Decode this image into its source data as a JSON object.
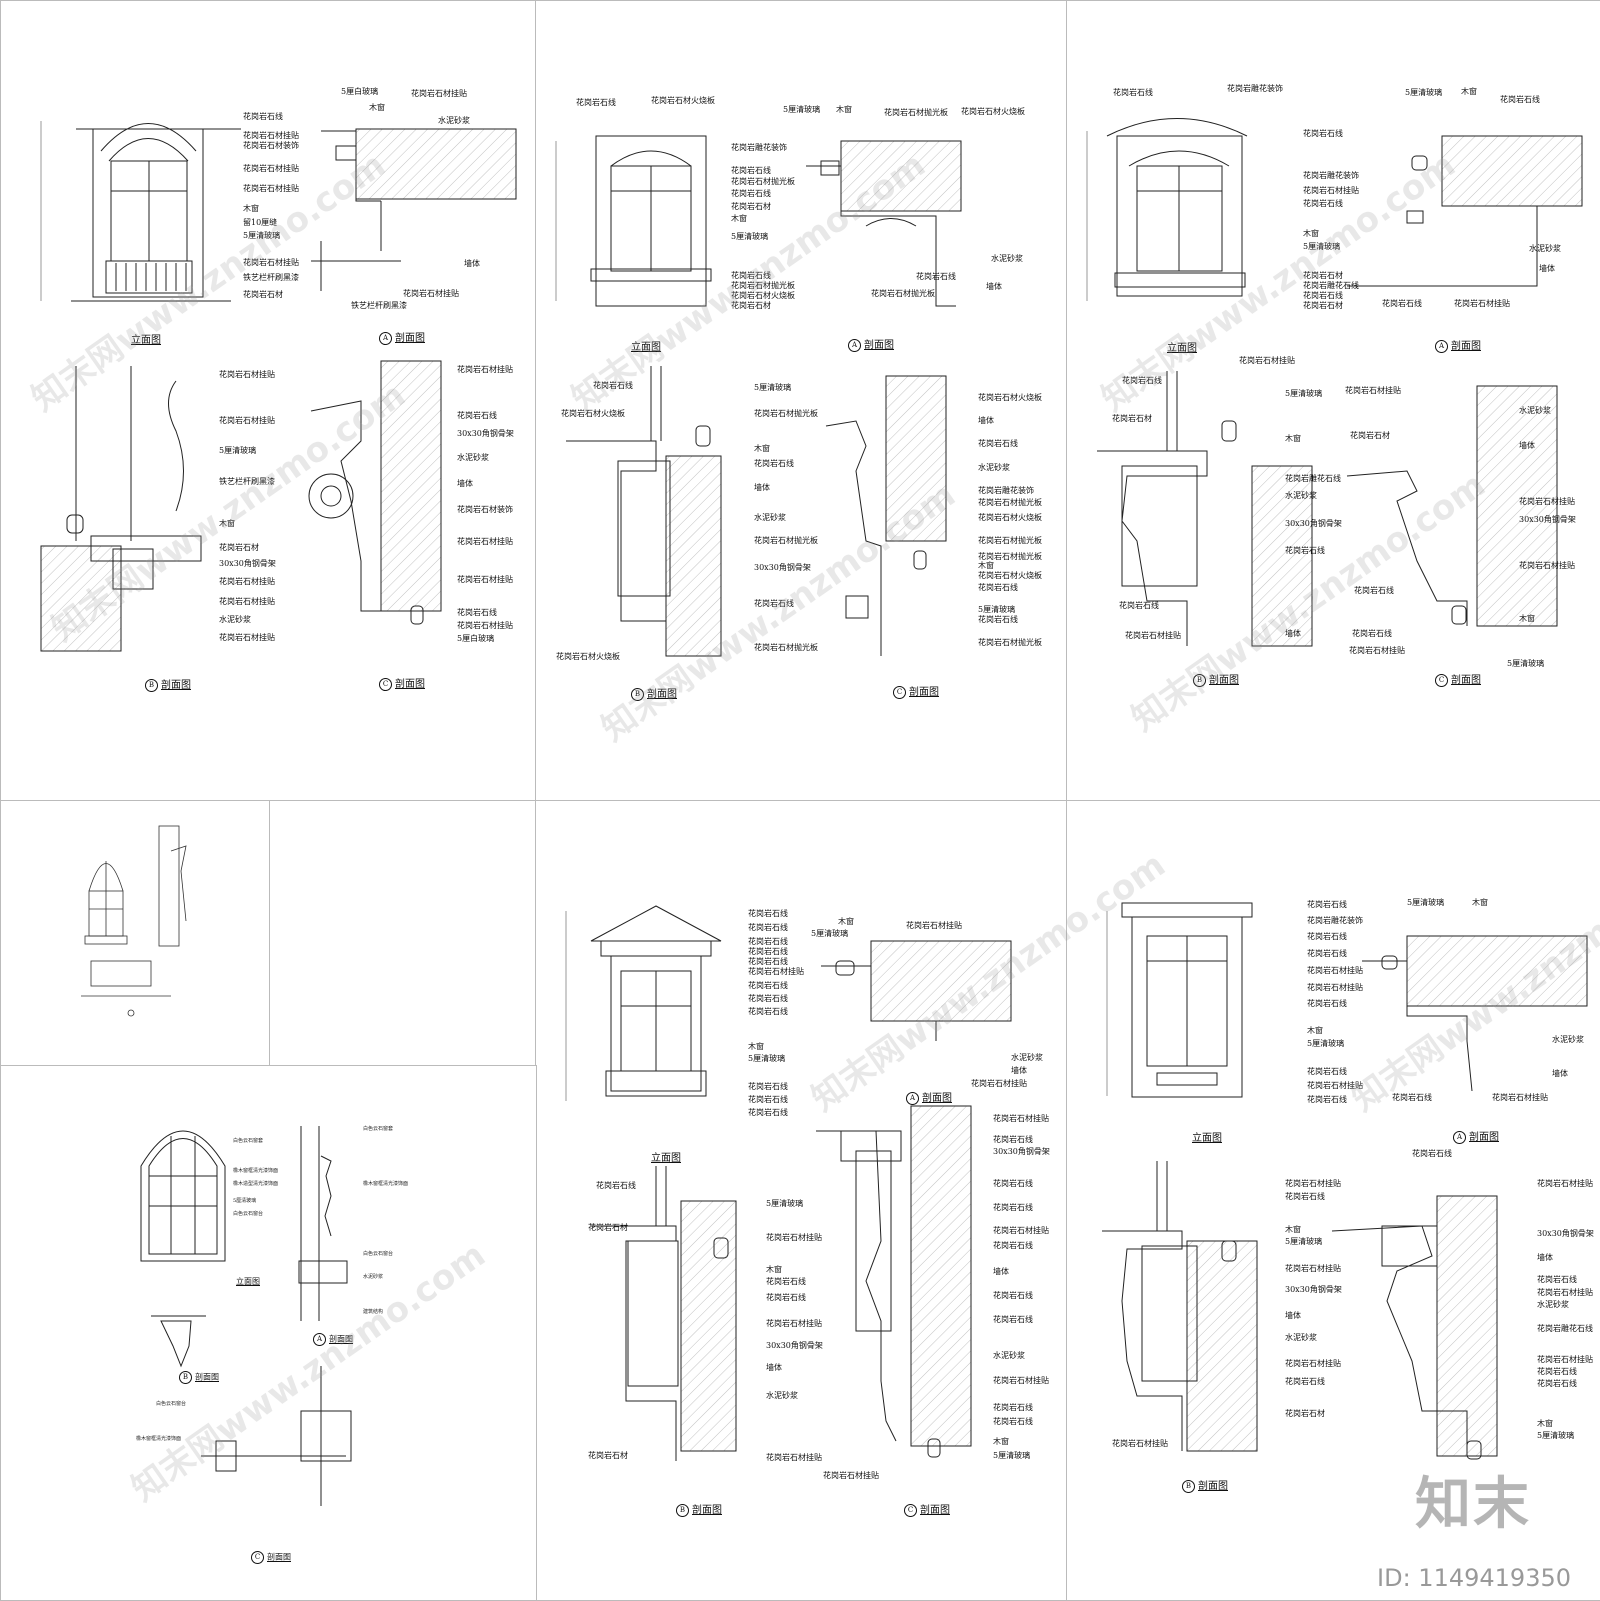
{
  "panels": [
    {
      "id": "p1",
      "titles": {
        "elevation": "立面图",
        "a": "剖面图",
        "b": "剖面图",
        "c": "剖面图",
        "a_tag": "A",
        "b_tag": "B",
        "c_tag": "C"
      },
      "elev_labels": [
        "花岗岩石线",
        "花岗岩石材挂贴",
        "花岗岩石材装饰",
        "花岗岩石材挂贴",
        "花岗岩石材挂贴",
        "木窗",
        "留10厘缝",
        "5厘清玻璃",
        "花岗岩石材挂贴",
        "铁艺栏杆刷黑漆",
        "花岗岩石材"
      ],
      "a_labels": [
        "5厘白玻璃",
        "木窗",
        "花岗岩石材挂贴",
        "水泥砂浆",
        "墙体",
        "花岗岩石材挂贴",
        "铁艺栏杆刷黑漆"
      ],
      "b_labels": [
        "花岗岩石材挂贴",
        "花岗岩石材挂贴",
        "5厘清玻璃",
        "铁艺栏杆刷黑漆",
        "木窗",
        "花岗岩石材",
        "30x30角钢骨架",
        "花岗岩石材挂贴",
        "花岗岩石材挂贴",
        "水泥砂浆",
        "花岗岩石材挂贴"
      ],
      "c_labels": [
        "花岗岩石材挂贴",
        "花岗岩石线",
        "30x30角钢骨架",
        "水泥砂浆",
        "墙体",
        "花岗岩石材装饰",
        "花岗岩石材挂贴",
        "花岗岩石材挂贴",
        "花岗岩石线",
        "花岗岩石材挂贴",
        "5厘白玻璃"
      ]
    },
    {
      "id": "p2",
      "titles": {
        "elevation": "立面图",
        "a": "剖面图",
        "b": "剖面图",
        "c": "剖面图",
        "a_tag": "A",
        "b_tag": "B",
        "c_tag": "C"
      },
      "elev_top": [
        "花岗岩石线",
        "花岗岩石材火烧板"
      ],
      "elev_labels": [
        "花岗岩雕花装饰",
        "花岗岩石线",
        "花岗岩石材抛光板",
        "花岗岩石线",
        "花岗岩石材",
        "木窗",
        "5厘清玻璃",
        "花岗岩石线",
        "花岗岩石材抛光板",
        "花岗岩石材火烧板",
        "花岗岩石材"
      ],
      "a_labels": [
        "5厘清玻璃",
        "木窗",
        "花岗岩石材抛光板",
        "花岗岩石材火烧板",
        "水泥砂浆",
        "墙体",
        "花岗岩石线",
        "花岗岩石材抛光板"
      ],
      "b_labels": [
        "花岗岩石线",
        "花岗岩石材火烧板",
        "5厘清玻璃",
        "花岗岩石材抛光板",
        "木窗",
        "花岗岩石线",
        "墙体",
        "水泥砂浆",
        "花岗岩石材抛光板",
        "30x30角钢骨架",
        "花岗岩石线",
        "花岗岩石材抛光板",
        "花岗岩石材火烧板"
      ],
      "c_labels": [
        "花岗岩石材火烧板",
        "墙体",
        "花岗岩石线",
        "水泥砂浆",
        "花岗岩雕花装饰",
        "花岗岩石材抛光板",
        "花岗岩石材火烧板",
        "花岗岩石材抛光板",
        "花岗岩石材抛光板",
        "木窗",
        "花岗岩石材火烧板",
        "花岗岩石线",
        "5厘清玻璃",
        "花岗岩石线",
        "花岗岩石材抛光板"
      ]
    },
    {
      "id": "p3",
      "titles": {
        "elevation": "立面图",
        "a": "剖面图",
        "b": "剖面图",
        "c": "剖面图",
        "a_tag": "A",
        "b_tag": "B",
        "c_tag": "C"
      },
      "elev_top": [
        "花岗岩石线",
        "花岗岩雕花装饰"
      ],
      "elev_labels": [
        "花岗岩石线",
        "花岗岩雕花装饰",
        "花岗岩石材挂贴",
        "花岗岩石线",
        "木窗",
        "5厘清玻璃",
        "花岗岩石材",
        "花岗岩雕花石线",
        "花岗岩石线",
        "花岗岩石材"
      ],
      "a_labels": [
        "5厘清玻璃",
        "木窗",
        "花岗岩石线",
        "水泥砂浆",
        "墙体",
        "花岗岩石线",
        "花岗岩石材挂贴"
      ],
      "b_labels": [
        "花岗岩石材挂贴",
        "花岗岩石线",
        "花岗岩石材",
        "5厘清玻璃",
        "木窗",
        "花岗岩雕花石线",
        "水泥砂浆",
        "30x30角钢骨架",
        "花岗岩石线",
        "墙体",
        "花岗岩石线",
        "花岗岩石材挂贴"
      ],
      "c_labels": [
        "花岗岩石材挂贴",
        "水泥砂浆",
        "花岗岩石材",
        "墙体",
        "花岗岩石材挂贴",
        "30x30角钢骨架",
        "花岗岩石材挂贴",
        "花岗岩石线",
        "木窗",
        "花岗岩石线",
        "花岗岩石材挂贴",
        "5厘清玻璃"
      ]
    },
    {
      "id": "p5",
      "titles": {
        "elevation": "立面图",
        "a": "剖面图",
        "b": "剖面图",
        "c": "剖面图",
        "a_tag": "A",
        "b_tag": "B",
        "c_tag": "C"
      },
      "elev_labels": [
        "花岗岩石线",
        "花岗岩石线",
        "花岗岩石线",
        "花岗岩石线",
        "花岗岩石线",
        "花岗岩石材挂贴",
        "花岗岩石线",
        "花岗岩石线",
        "花岗岩石线",
        "木窗",
        "5厘清玻璃",
        "花岗岩石线",
        "花岗岩石线",
        "花岗岩石线"
      ],
      "a_labels": [
        "木窗",
        "5厘清玻璃",
        "花岗岩石材挂贴",
        "水泥砂浆",
        "墙体",
        "花岗岩石材挂贴"
      ],
      "b_labels": [
        "花岗岩石线",
        "花岗岩石材",
        "5厘清玻璃",
        "花岗岩石材挂贴",
        "木窗",
        "花岗岩石线",
        "花岗岩石线",
        "花岗岩石材挂贴",
        "30x30角钢骨架",
        "墙体",
        "水泥砂浆",
        "花岗岩石材",
        "花岗岩石材挂贴"
      ],
      "c_labels": [
        "花岗岩石材挂贴",
        "花岗岩石线",
        "30x30角钢骨架",
        "花岗岩石线",
        "花岗岩石线",
        "花岗岩石材挂贴",
        "花岗岩石线",
        "墙体",
        "花岗岩石线",
        "花岗岩石线",
        "水泥砂浆",
        "花岗岩石材挂贴",
        "花岗岩石线",
        "花岗岩石线",
        "木窗",
        "5厘清玻璃",
        "花岗岩石材挂贴"
      ]
    },
    {
      "id": "p6",
      "titles": {
        "elevation": "立面图",
        "a": "剖面图",
        "b": "剖面图",
        "c": "剖面图",
        "a_tag": "A",
        "b_tag": "B",
        "c_tag": "C"
      },
      "elev_labels": [
        "花岗岩石线",
        "花岗岩雕花装饰",
        "花岗岩石线",
        "花岗岩石线",
        "花岗岩石材挂贴",
        "花岗岩石材挂贴",
        "花岗岩石线",
        "木窗",
        "5厘清玻璃",
        "花岗岩石线",
        "花岗岩石材挂贴",
        "花岗岩石线"
      ],
      "a_labels": [
        "5厘清玻璃",
        "木窗",
        "水泥砂浆",
        "墙体",
        "花岗岩石线",
        "花岗岩石材挂贴"
      ],
      "b_labels": [
        "花岗岩石材挂贴",
        "花岗岩石线",
        "木窗",
        "5厘清玻璃",
        "花岗岩石材挂贴",
        "30x30角钢骨架",
        "墙体",
        "水泥砂浆",
        "花岗岩石材挂贴",
        "花岗岩石线",
        "花岗岩石材",
        "花岗岩石材挂贴"
      ],
      "c_labels": [
        "花岗岩石线",
        "花岗岩石材挂贴",
        "30x30角钢骨架",
        "墙体",
        "花岗岩石线",
        "花岗岩石材挂贴",
        "水泥砂浆",
        "花岗岩雕花石线",
        "花岗岩石材挂贴",
        "花岗岩石线",
        "花岗岩石线",
        "木窗",
        "5厘清玻璃"
      ]
    },
    {
      "id": "p7",
      "titles": {
        "elevation": "立面图",
        "a": "剖面图",
        "b": "剖面图",
        "c": "剖面图",
        "a_tag": "A",
        "b_tag": "B",
        "c_tag": "C"
      },
      "labels": [
        "白色云石窗套",
        "橡木窗框清光漆饰面",
        "橡木造型清光漆饰面",
        "5厘清玻璃",
        "白色云石窗台",
        "白色云石窗套",
        "橡木窗框清光漆饰面",
        "白色云石窗台",
        "建筑结构",
        "水泥砂浆",
        "白色云石窗台",
        "橡木窗框清光漆饰面"
      ]
    }
  ],
  "watermarks": [
    "知末网www.znzmo.com",
    "知末网www.znzmo.com",
    "知末网www.znzmo.com",
    "知末网www.znzmo.com",
    "知末网www.znzmo.com",
    "知末网www.znzmo.com",
    "知末网www.znzmo.com",
    "知末网www.znzmo.com",
    "知末网www.znzmo.com"
  ],
  "brand": "知末",
  "id_text": "ID: 1149419350"
}
